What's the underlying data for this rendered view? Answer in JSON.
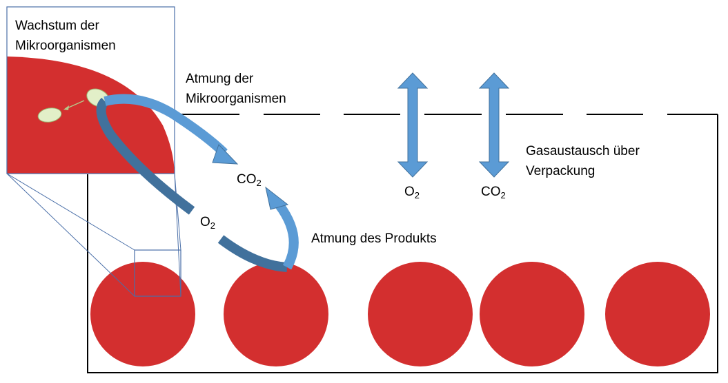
{
  "labels": {
    "growth_line1": "Wachstum der",
    "growth_line2": "Mikroorganismen",
    "resp_micro_line1": "Atmung der",
    "resp_micro_line2": "Mikroorganismen",
    "resp_product": "Atmung des Produkts",
    "gas_exchange_line1": "Gasaustausch über",
    "gas_exchange_line2": "Verpackung"
  },
  "gases": {
    "co2_center": {
      "base": "CO",
      "sub": "2"
    },
    "o2_left": {
      "base": "O",
      "sub": "2"
    },
    "o2_right": {
      "base": "O",
      "sub": "2"
    },
    "co2_right": {
      "base": "CO",
      "sub": "2"
    }
  },
  "colors": {
    "product": "#d32f2f",
    "arrow_light": "#5b9bd5",
    "arrow_dark": "#41719c",
    "microbe": "#e2efc8",
    "outline": "#000000",
    "inset_border": "#4a6fa8"
  }
}
